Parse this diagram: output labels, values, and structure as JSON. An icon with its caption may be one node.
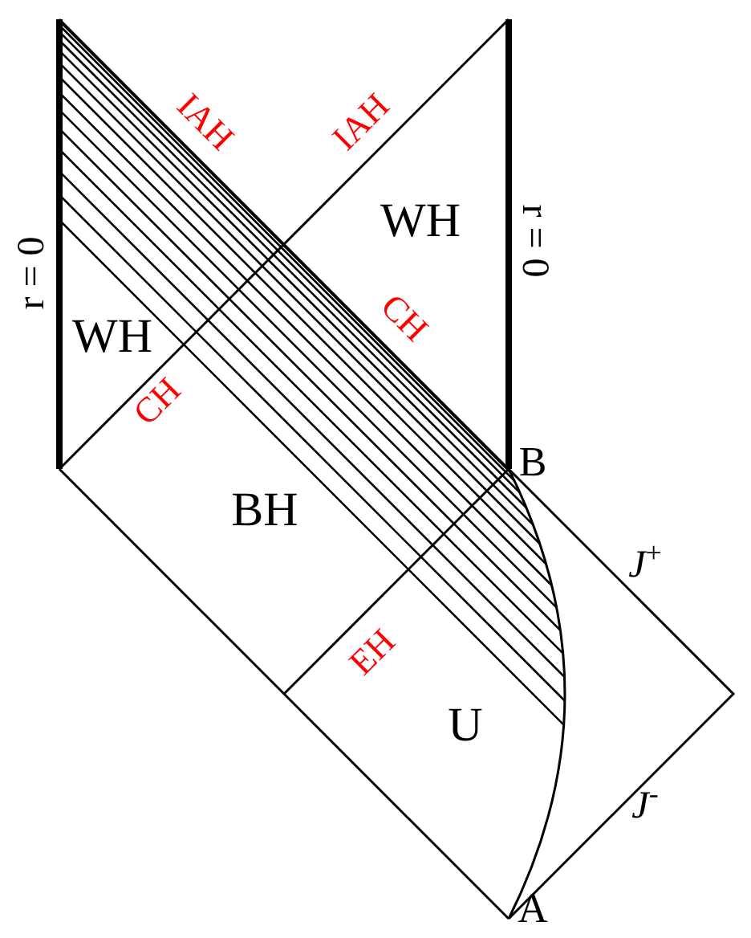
{
  "diagram": {
    "labels": [
      "r = 0",
      "IAH",
      "IAH",
      "WH",
      "r = 0",
      "WH",
      "CH",
      "CH",
      "BH",
      "B",
      "*J*$^{+}$",
      "EH",
      "U",
      "*J*$^{-}$",
      "A"
    ]
  }
}
